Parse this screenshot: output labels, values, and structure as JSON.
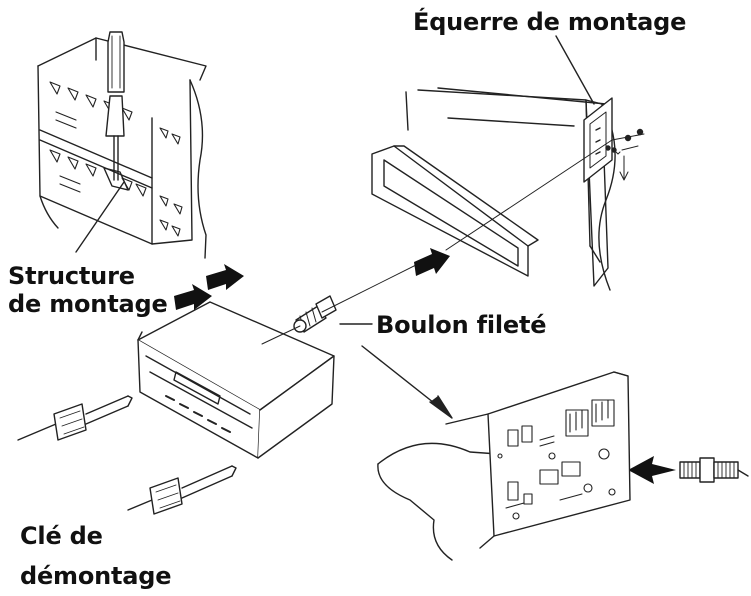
{
  "diagram": {
    "labels": {
      "mounting_bracket": "Équerre de montage",
      "mounting_frame_line1": "Structure",
      "mounting_frame_line2": "de montage",
      "threaded_bolt": "Boulon fileté",
      "removal_key_line1": "Clé de",
      "removal_key_line2": "démontage"
    },
    "colors": {
      "ink": "#111111",
      "line": "#222222",
      "background": "#ffffff"
    },
    "icons": [
      "screwdriver-icon",
      "arrow-icon",
      "removal-key-icon",
      "threaded-bolt-icon"
    ]
  }
}
